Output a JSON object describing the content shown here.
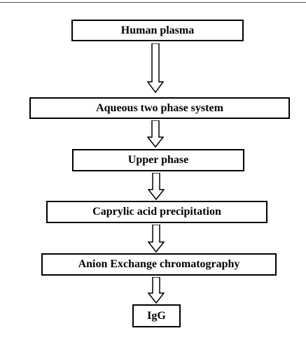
{
  "flowchart": {
    "steps": [
      {
        "label": "Human plasma"
      },
      {
        "label": "Aqueous two phase system"
      },
      {
        "label": "Upper phase"
      },
      {
        "label": "Caprylic acid precipitation"
      },
      {
        "label": "Anion Exchange chromatography"
      },
      {
        "label": "IgG"
      }
    ]
  },
  "colors": {
    "box_border": "#000000",
    "text": "#000000",
    "background": "#ffffff",
    "top_rule": "#555555"
  }
}
